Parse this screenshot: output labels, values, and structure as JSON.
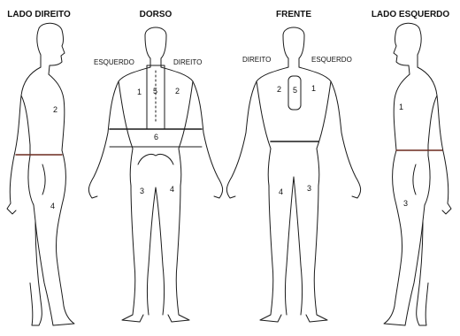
{
  "views": {
    "right_side": {
      "title": "LADO DIREITO",
      "regions": [
        "2",
        "4"
      ]
    },
    "back": {
      "title": "DORSO",
      "left_label": "ESQUERDO",
      "right_label": "DIREITO",
      "regions": [
        "1",
        "2",
        "5",
        "6",
        "3",
        "4"
      ]
    },
    "front": {
      "title": "FRENTE",
      "left_label": "DIREITO",
      "right_label": "ESQUERDO",
      "regions": [
        "2",
        "5",
        "1",
        "4",
        "3"
      ]
    },
    "left_side": {
      "title": "LADO ESQUERDO",
      "regions": [
        "1",
        "3"
      ]
    }
  },
  "colors": {
    "outline": "#1a1a1a",
    "belt_line": "#6b2a1f",
    "text": "#111111"
  }
}
